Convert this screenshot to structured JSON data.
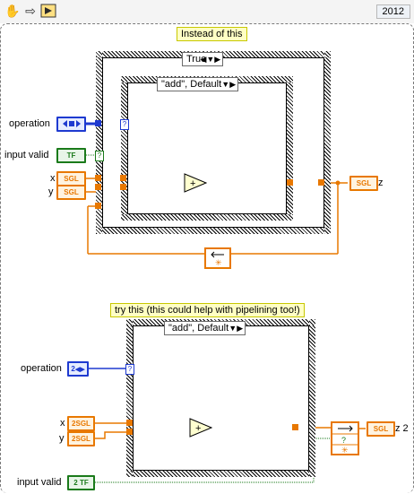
{
  "toolbar": {
    "icons": [
      "hand-icon",
      "arrow-icon",
      "run-icon"
    ],
    "version": "2012"
  },
  "top": {
    "note": "Instead of this",
    "outer_case": "True",
    "inner_case": "\"add\", Default",
    "labels": {
      "operation": "operation",
      "input_valid": "input valid",
      "x": "x",
      "y": "y",
      "z": "z"
    },
    "types": {
      "enum": "",
      "bool": "TF",
      "sgl": "SGL",
      "qmark": "?"
    }
  },
  "bottom": {
    "note": "try this (this could help with pipelining too!)",
    "case": "\"add\", Default",
    "labels": {
      "operation": "operation",
      "input_valid": "input valid",
      "x": "x",
      "y": "y",
      "z": "z 2"
    },
    "types": {
      "enum_num": "2",
      "bool_num": "2",
      "bool": "TF",
      "x_num": "2",
      "y_num": "2",
      "sgl": "SGL",
      "qmark": "?"
    }
  },
  "colors": {
    "orange": "#e87800",
    "blue": "#1e3ad0",
    "green": "#1a7a1a"
  }
}
